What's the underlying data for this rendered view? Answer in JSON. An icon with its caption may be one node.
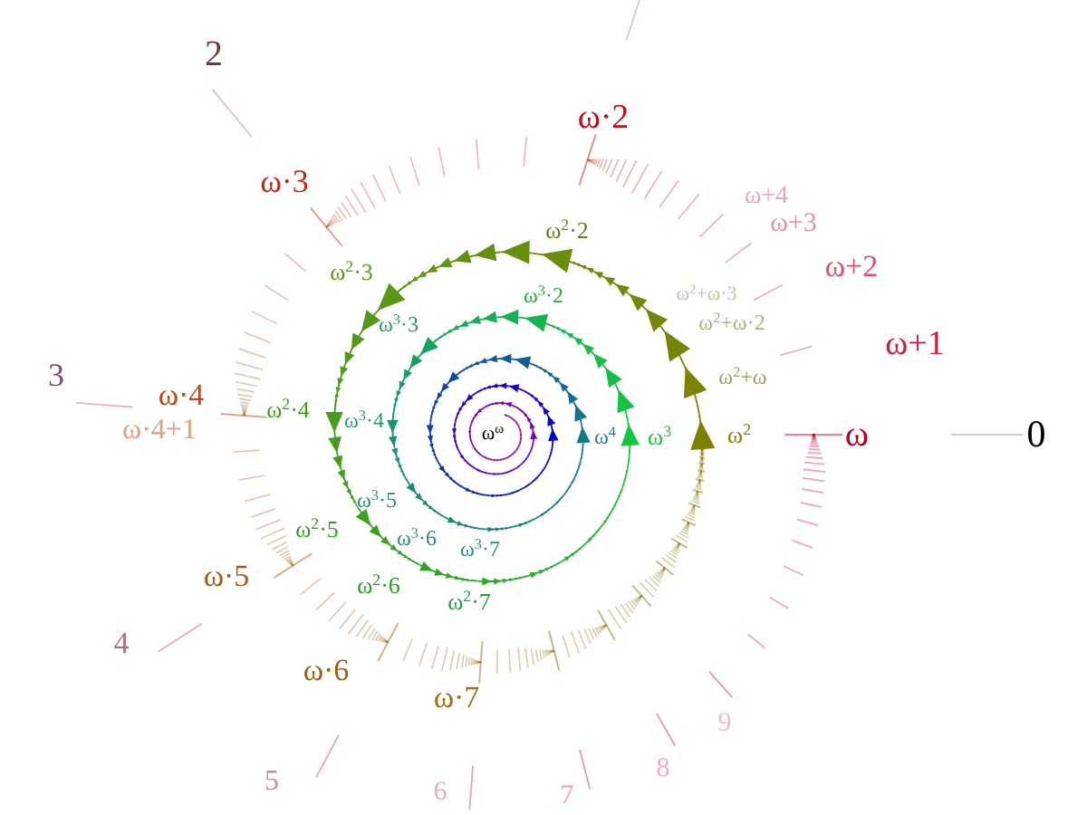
{
  "diagram": {
    "labels": [
      "2",
      "ω·2",
      "ω·3",
      "ω+4",
      "ω+3",
      "ω$^{2}$·2",
      "ω+2",
      "ω$^{2}$·3",
      "ω$^{2}$+ω·3",
      "ω$^{3}$·2",
      "ω$^{3}$·3",
      "ω$^{2}$+ω·2",
      "ω+1",
      "3",
      "ω$^{2}$+ω",
      "ω·4",
      "ω$^{2}$·4",
      "ω$^{3}$·4",
      "ω·4+1",
      "ω$^{ω}$",
      "ω$^{4}$",
      "ω$^{3}$",
      "ω$^{2}$",
      "ω",
      "0",
      "ω$^{3}$·5",
      "ω$^{2}$·5",
      "ω$^{3}$·6",
      "ω$^{3}$·7",
      "ω·5",
      "ω$^{2}$·6",
      "ω$^{2}$·7",
      "4",
      "ω·6",
      "ω·7",
      "9",
      "8",
      "5",
      "6",
      "7"
    ]
  }
}
